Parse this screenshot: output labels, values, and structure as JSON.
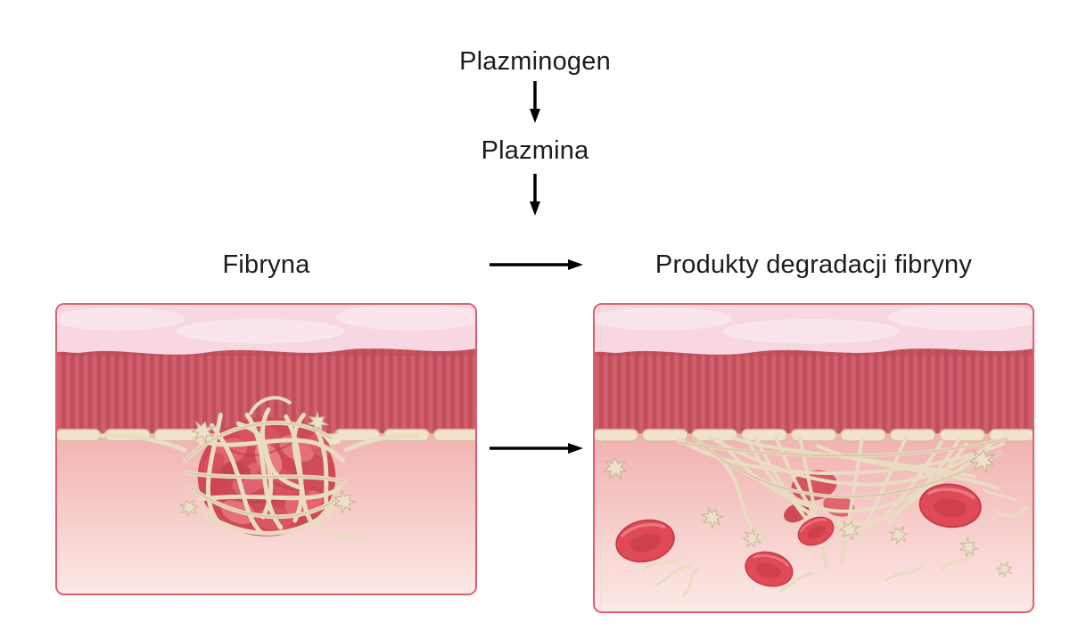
{
  "flow": {
    "plasminogen": "Plazminogen",
    "plasmin": "Plazmina",
    "fibrin": "Fibryna",
    "degradation_products": "Produkty degradacji fibryny"
  },
  "icons": {
    "down_arrow": "↓",
    "right_arrow": "→"
  },
  "colors": {
    "background": "#ffffff",
    "text": "#1c1c1c",
    "arrow": "#000000",
    "panel_border": "#db6170",
    "skin_band": "#f7d7e1",
    "skin_patch": "#fbe7ed",
    "muscle_band": "#d25f6b",
    "muscle_stripe": "#c04f5e",
    "muscle_edge": "#b94b5a",
    "endothelium_fill": "#f1e3cb",
    "endothelium_stroke": "#d7c0a0",
    "vessel_top": "#efaaa8",
    "vessel_bottom": "#fce9e6",
    "rbc": "#df4a56",
    "rbc_dark": "#c23845",
    "rbc_light": "#ef8d94",
    "fibrin_strand": "#e9dcc2",
    "fibrin_strand_dark": "#d3bf9c",
    "platelet_fill": "#ece1cd",
    "platelet_stroke": "#cdb795"
  }
}
